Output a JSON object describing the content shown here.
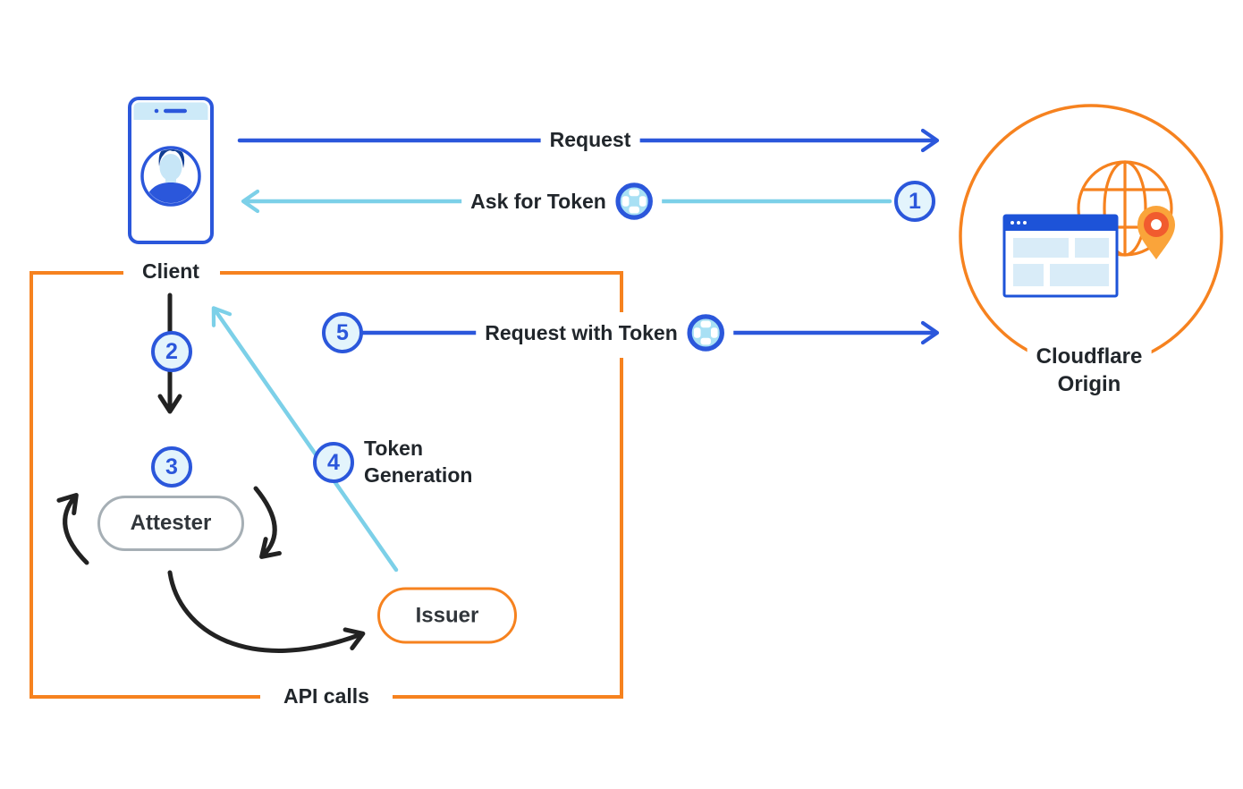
{
  "diagram": {
    "nodes": {
      "client": {
        "label": "Client",
        "icon": "smartphone-user-icon"
      },
      "origin": {
        "label": "Cloudflare\nOrigin",
        "icons": [
          "globe-icon",
          "browser-window-icon",
          "location-pin-icon"
        ]
      },
      "attester": {
        "label": "Attester"
      },
      "issuer": {
        "label": "Issuer"
      }
    },
    "flows": {
      "request": {
        "label": "Request"
      },
      "ask_for_token": {
        "step": "1",
        "label": "Ask for Token",
        "icon": "token-icon"
      },
      "client_to_attester": {
        "step": "2"
      },
      "attestation": {
        "step": "3"
      },
      "token_generation": {
        "step": "4",
        "label": "Token\nGeneration"
      },
      "request_with_token": {
        "step": "5",
        "label": "Request with Token",
        "icon": "token-icon"
      },
      "api_calls": {
        "label": "API calls"
      }
    },
    "colors": {
      "orange": "#F6821F",
      "blue": "#2B57DB",
      "light_blue": "#7CD0E8",
      "badge_fill": "#E3F4FC",
      "ink": "#21262B",
      "attester_border": "#A6AFB5",
      "phone_screen_bar": "#CDEAF8",
      "token_inner": "#A8E0F4",
      "origin_browser_blue": "#1D53D8",
      "origin_block_blue": "#D9ECF8",
      "pin_ring": "#F15B2E",
      "pin_body": "#FAA43A"
    }
  }
}
